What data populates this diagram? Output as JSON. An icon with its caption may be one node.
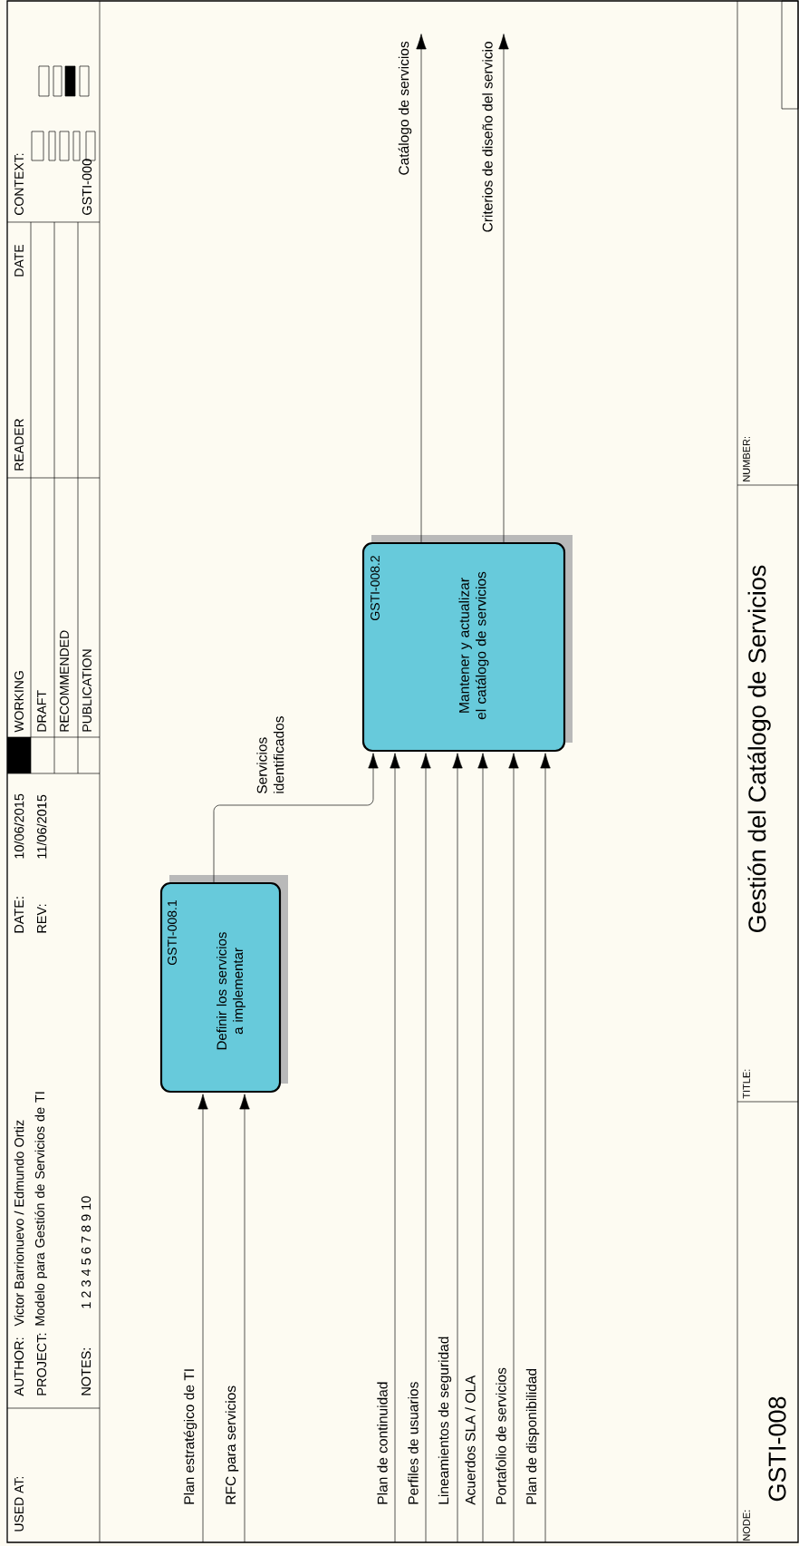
{
  "diagram": {
    "title": "Gestión del Catálogo de Servicios",
    "nodes": [
      {
        "text": [
          "GSTI-008.1",
          "Definir los servicios a implementar"
        ]
      },
      {
        "text": [
          "GSTI-008.2",
          "Mantener y actualizar el catálogo de servicios"
        ]
      }
    ],
    "edges": [
      {
        "from": null,
        "to": 0,
        "arrow": "to",
        "label": "Plan estratégico de TI"
      },
      {
        "from": null,
        "to": 0,
        "arrow": "to",
        "label": "RFC para servicios"
      },
      {
        "from": 0,
        "to": 1,
        "arrow": "to",
        "label": "Servicios identificados"
      },
      {
        "from": null,
        "to": 1,
        "arrow": "to",
        "label": "Plan de continuidad"
      },
      {
        "from": null,
        "to": 1,
        "arrow": "to",
        "label": "Perfiles de usuarios"
      },
      {
        "from": null,
        "to": 1,
        "arrow": "to",
        "label": "Lineamientos de seguridad"
      },
      {
        "from": null,
        "to": 1,
        "arrow": "to",
        "label": "Acuerdos SLA / OLA"
      },
      {
        "from": null,
        "to": 1,
        "arrow": "to",
        "label": "Portafolio de servicios"
      },
      {
        "from": null,
        "to": 1,
        "arrow": "to",
        "label": "Plan de disponibilidad"
      },
      {
        "from": 1,
        "to": null,
        "arrow": "to",
        "label": "Catálogo de servicios"
      },
      {
        "from": 1,
        "to": null,
        "arrow": "to",
        "label": "Criterios de diseño del servicio"
      }
    ],
    "labels": [
      "USED AT:",
      "AUTHOR:",
      "Victor Barrionuevo / Edmundo Ortiz",
      "DATE:",
      "10/06/2015",
      "PROJECT:",
      "Modelo para Gestión de Servicios de TI",
      "REV:",
      "11/06/2015",
      "NOTES:",
      "1 2 3 4 5 6 7 8 9 10",
      "WORKING",
      "DRAFT",
      "RECOMMENDED",
      "PUBLICATION",
      "READER",
      "DATE",
      "CONTEXT:",
      "GSTI-000",
      "NODE:",
      "GSTI-008",
      "TITLE:",
      "NUMBER:"
    ]
  }
}
